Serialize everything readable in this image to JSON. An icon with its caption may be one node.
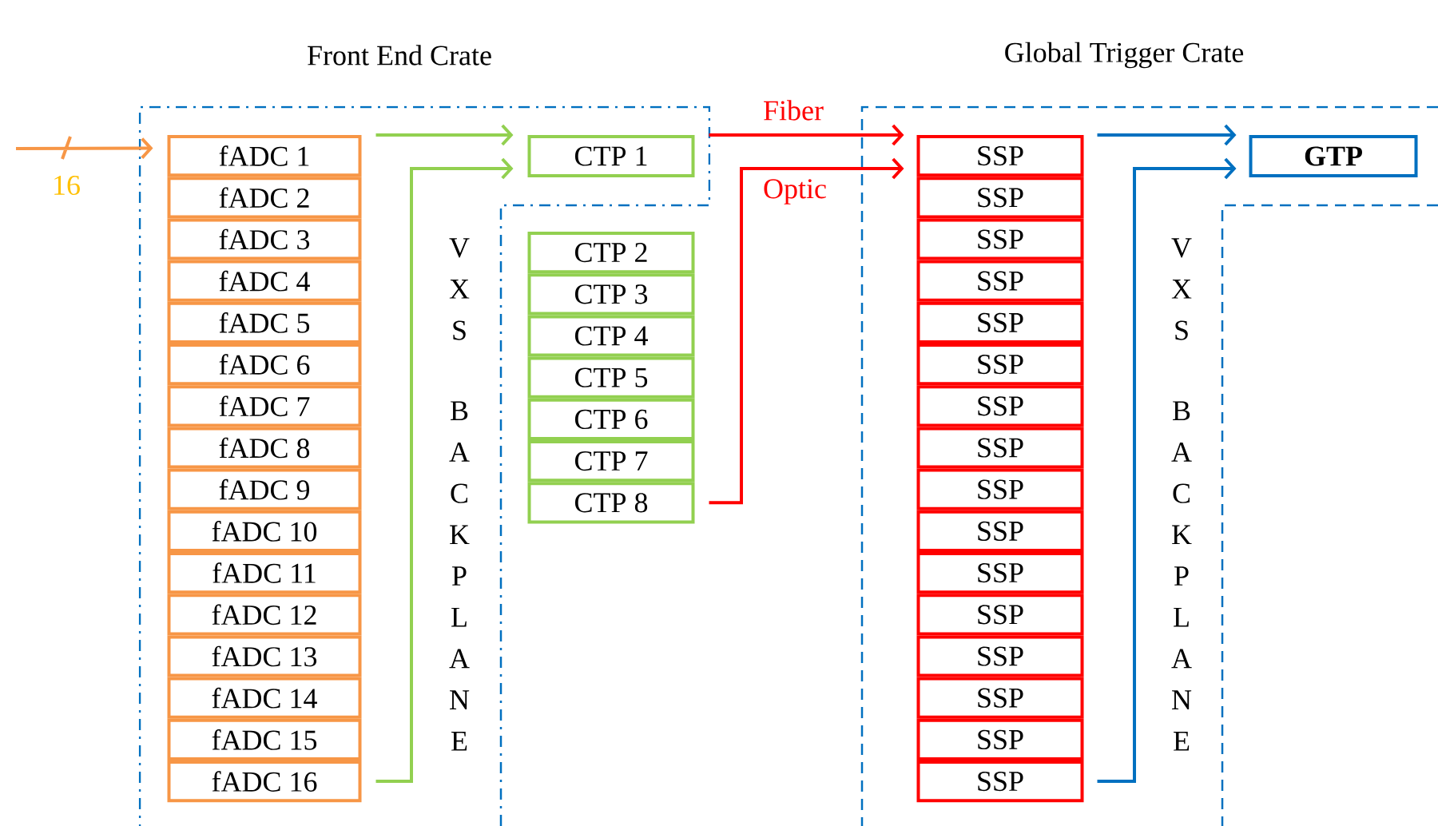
{
  "diagram": {
    "nodes": [
      {
        "text": [
          "Front End Crate"
        ]
      },
      {
        "text": [
          "fADC 1"
        ],
        "in": 0
      },
      {
        "text": [
          "fADC 2"
        ],
        "in": 0
      },
      {
        "text": [
          "fADC 3"
        ],
        "in": 0
      },
      {
        "text": [
          "fADC 4"
        ],
        "in": 0
      },
      {
        "text": [
          "fADC 5"
        ],
        "in": 0
      },
      {
        "text": [
          "fADC 6"
        ],
        "in": 0
      },
      {
        "text": [
          "fADC 7"
        ],
        "in": 0
      },
      {
        "text": [
          "fADC 8"
        ],
        "in": 0
      },
      {
        "text": [
          "fADC 9"
        ],
        "in": 0
      },
      {
        "text": [
          "fADC 10"
        ],
        "in": 0
      },
      {
        "text": [
          "fADC 11"
        ],
        "in": 0
      },
      {
        "text": [
          "fADC 12"
        ],
        "in": 0
      },
      {
        "text": [
          "fADC 13"
        ],
        "in": 0
      },
      {
        "text": [
          "fADC 14"
        ],
        "in": 0
      },
      {
        "text": [
          "fADC 15"
        ],
        "in": 0
      },
      {
        "text": [
          "fADC 16"
        ],
        "in": 0
      },
      {
        "text": [
          "CTP 1"
        ],
        "in": 0
      },
      {
        "text": [
          "CTP 2"
        ],
        "in": 0
      },
      {
        "text": [
          "CTP 3"
        ],
        "in": 0
      },
      {
        "text": [
          "CTP 4"
        ],
        "in": 0
      },
      {
        "text": [
          "CTP 5"
        ],
        "in": 0
      },
      {
        "text": [
          "CTP 6"
        ],
        "in": 0
      },
      {
        "text": [
          "CTP 7"
        ],
        "in": 0
      },
      {
        "text": [
          "CTP 8"
        ],
        "in": 0
      },
      {
        "text": [
          "Global Trigger Crate"
        ]
      },
      {
        "text": [
          "SSP"
        ],
        "in": 25
      },
      {
        "text": [
          "SSP"
        ],
        "in": 25
      },
      {
        "text": [
          "SSP"
        ],
        "in": 25
      },
      {
        "text": [
          "SSP"
        ],
        "in": 25
      },
      {
        "text": [
          "SSP"
        ],
        "in": 25
      },
      {
        "text": [
          "SSP"
        ],
        "in": 25
      },
      {
        "text": [
          "SSP"
        ],
        "in": 25
      },
      {
        "text": [
          "SSP"
        ],
        "in": 25
      },
      {
        "text": [
          "SSP"
        ],
        "in": 25
      },
      {
        "text": [
          "SSP"
        ],
        "in": 25
      },
      {
        "text": [
          "SSP"
        ],
        "in": 25
      },
      {
        "text": [
          "SSP"
        ],
        "in": 25
      },
      {
        "text": [
          "SSP"
        ],
        "in": 25
      },
      {
        "text": [
          "SSP"
        ],
        "in": 25
      },
      {
        "text": [
          "SSP"
        ],
        "in": 25
      },
      {
        "text": [
          "SSP"
        ],
        "in": 25
      },
      {
        "text": [
          "GTP"
        ],
        "in": 25
      }
    ],
    "edges": [
      {
        "from": null,
        "to": 1,
        "arrow": "to",
        "label": "16",
        "color": "#f79646"
      },
      {
        "from": 1,
        "to": 17,
        "arrow": "to",
        "color": "#92d050"
      },
      {
        "from": 16,
        "to": 17,
        "arrow": "to",
        "color": "#92d050"
      },
      {
        "from": 17,
        "to": 26,
        "arrow": "to",
        "label": "Fiber",
        "color": "#ff0000"
      },
      {
        "from": 24,
        "to": 26,
        "arrow": "to",
        "label": "Optic",
        "color": "#ff0000"
      },
      {
        "from": 26,
        "to": 42,
        "arrow": "to",
        "color": "#0070c0"
      },
      {
        "from": 41,
        "to": 42,
        "arrow": "to",
        "color": "#0070c0"
      }
    ],
    "labels": [
      "VXS",
      "BACKPLANE",
      "VXS",
      "BACKPLANE"
    ]
  }
}
